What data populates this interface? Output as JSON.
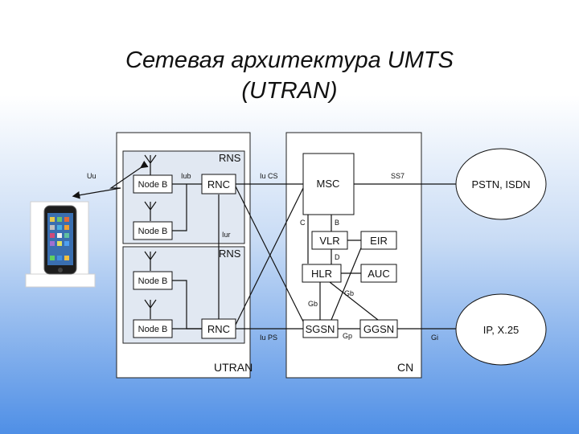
{
  "slide": {
    "title_line1": "Сетевая архитектура UMTS",
    "title_line2": "(UTRAN)"
  },
  "diagram": {
    "utran_label": "UTRAN",
    "cn_label": "CN",
    "rns_label": "RNS",
    "node_b": "Node B",
    "rnc": "RNC",
    "msc": "MSC",
    "vlr": "VLR",
    "eir": "EIR",
    "hlr": "HLR",
    "auc": "AUC",
    "sgsn": "SGSN",
    "ggsn": "GGSN",
    "pstn": "PSTN, ISDN",
    "ip": "IP, X.25",
    "interfaces": {
      "uu": "Uu",
      "iub": "Iub",
      "iur": "Iur",
      "iu_cs": "Iu CS",
      "iu_ps": "Iu PS",
      "ss7": "SS7",
      "c": "C",
      "b": "B",
      "d": "D",
      "gb_left": "Gb",
      "gb_right": "Gb",
      "gp": "Gp",
      "gi": "Gi"
    }
  }
}
